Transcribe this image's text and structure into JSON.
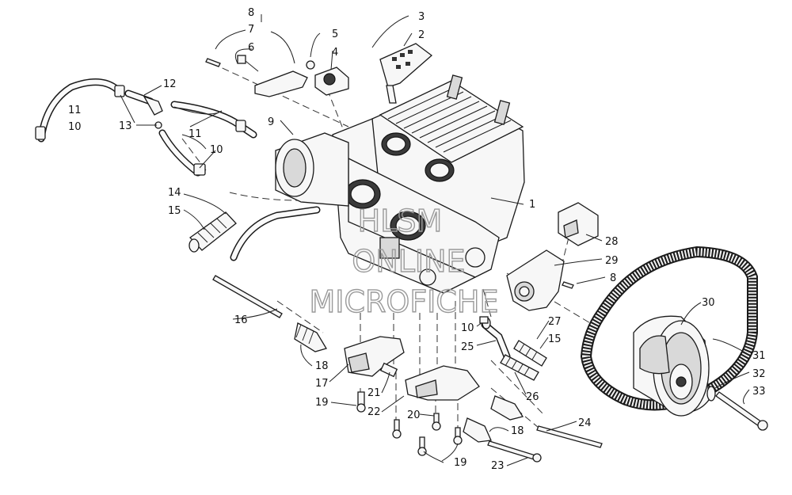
{
  "diagram": {
    "callouts": [
      {
        "id": "c1",
        "text": "1"
      },
      {
        "id": "c2",
        "text": "2"
      },
      {
        "id": "c3",
        "text": "3"
      },
      {
        "id": "c4",
        "text": "4"
      },
      {
        "id": "c5",
        "text": "5"
      },
      {
        "id": "c6",
        "text": "6"
      },
      {
        "id": "c7",
        "text": "7"
      },
      {
        "id": "c8a",
        "text": "8"
      },
      {
        "id": "c8b",
        "text": "8"
      },
      {
        "id": "c9",
        "text": "9"
      },
      {
        "id": "c10a",
        "text": "10"
      },
      {
        "id": "c10b",
        "text": "10"
      },
      {
        "id": "c10c",
        "text": "10"
      },
      {
        "id": "c11a",
        "text": "11"
      },
      {
        "id": "c11b",
        "text": "11"
      },
      {
        "id": "c12",
        "text": "12"
      },
      {
        "id": "c13",
        "text": "13"
      },
      {
        "id": "c14",
        "text": "14"
      },
      {
        "id": "c15a",
        "text": "15"
      },
      {
        "id": "c15b",
        "text": "15"
      },
      {
        "id": "c16",
        "text": "16"
      },
      {
        "id": "c17",
        "text": "17"
      },
      {
        "id": "c18a",
        "text": "18"
      },
      {
        "id": "c18b",
        "text": "18"
      },
      {
        "id": "c19a",
        "text": "19"
      },
      {
        "id": "c19b",
        "text": "19"
      },
      {
        "id": "c20",
        "text": "20"
      },
      {
        "id": "c21",
        "text": "21"
      },
      {
        "id": "c22",
        "text": "22"
      },
      {
        "id": "c23",
        "text": "23"
      },
      {
        "id": "c24",
        "text": "24"
      },
      {
        "id": "c25",
        "text": "25"
      },
      {
        "id": "c26",
        "text": "26"
      },
      {
        "id": "c27",
        "text": "27"
      },
      {
        "id": "c28",
        "text": "28"
      },
      {
        "id": "c29",
        "text": "29"
      },
      {
        "id": "c30",
        "text": "30"
      },
      {
        "id": "c31",
        "text": "31"
      },
      {
        "id": "c32",
        "text": "32"
      },
      {
        "id": "c33",
        "text": "33"
      }
    ],
    "watermark": {
      "line1": "HLSM",
      "line2": "ONLINE",
      "line3": "MICROFICHE"
    }
  }
}
